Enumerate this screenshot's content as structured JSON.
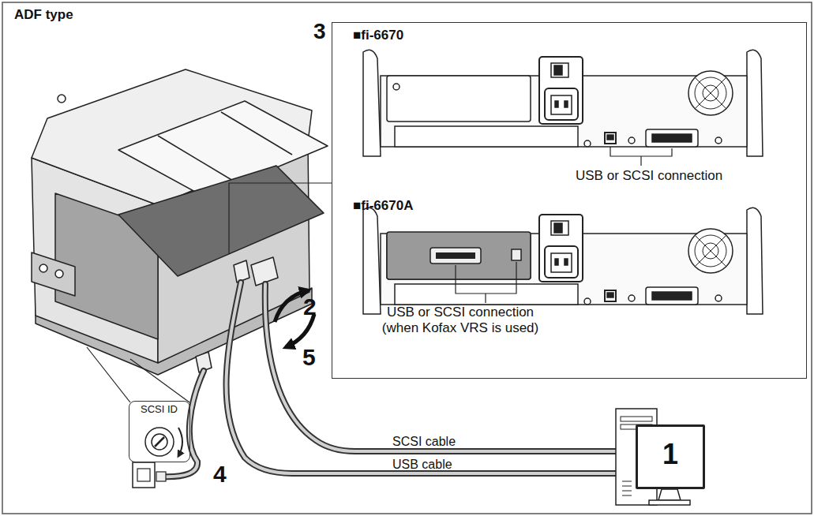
{
  "diagram": {
    "title": "ADF type",
    "nodes": [
      {
        "text": [
          "■fi-6670",
          "USB or SCSI connection",
          "■fi-6670A",
          "USB or SCSI connection (when Kofax VRS is used)"
        ]
      },
      {
        "text": [
          "SCSI ID"
        ]
      },
      {
        "text": [
          "1"
        ]
      }
    ],
    "labels": [
      "3",
      "2",
      "5",
      "4",
      "SCSI cable",
      "USB cable"
    ]
  }
}
